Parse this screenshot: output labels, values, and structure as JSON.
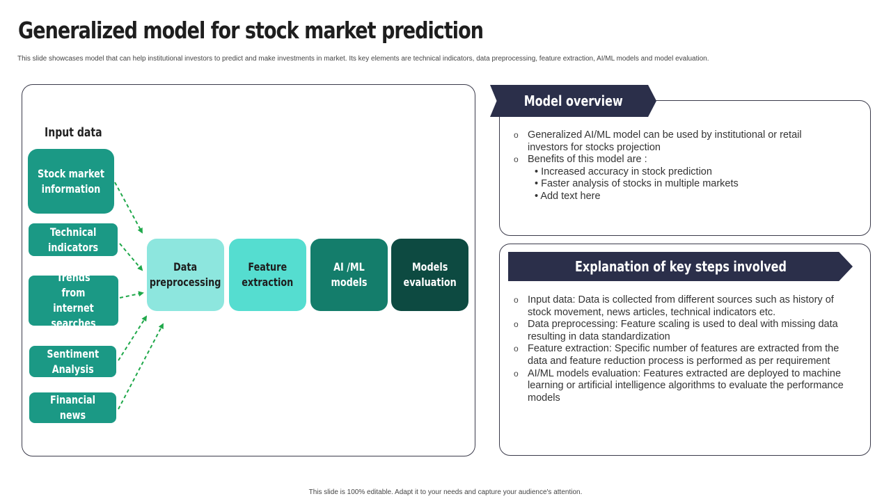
{
  "title": "Generalized model for stock market prediction",
  "subtitle": "This slide showcases model that can help institutional investors to predict and make investments in market. Its key elements are technical indicators, data preprocessing, feature extraction, AI/ML models and model evaluation.",
  "diagram": {
    "input_heading": "Input data",
    "sources": [
      "Stock market\ninformation",
      "Technical\nindicators",
      "Trends\nfrom\ninternet searches",
      "Sentiment\nAnalysis",
      "Financial news"
    ],
    "steps": [
      "Data\npreprocessing",
      "Feature\nextraction",
      "AI /ML\nmodels",
      "Models\nevaluation"
    ],
    "colors": {
      "source": "#1b9985",
      "step1": "#8de6de",
      "step2": "#55ddd0",
      "step3": "#147d6b",
      "step4": "#0d4a41",
      "arrow": "#1fa84a",
      "banner": "#2b2f4a"
    }
  },
  "overview": {
    "heading": "Model overview",
    "bullets": [
      "Generalized AI/ML  model can be used by institutional or retail investors for stocks projection",
      "Benefits of this model are :"
    ],
    "benefits": [
      "Increased accuracy in stock prediction",
      "Faster analysis of stocks in multiple markets",
      "Add text here"
    ]
  },
  "explanation": {
    "heading": "Explanation of key steps involved",
    "bullets": [
      "Input data:  Data is collected from different sources such as history of stock movement, news articles, technical indicators etc.",
      "Data preprocessing: Feature scaling is used to deal with missing data resulting in data standardization",
      "Feature extraction:  Specific number of features are extracted from the data and feature reduction process is performed as per requirement",
      "AI/ML  models evaluation:  Features extracted are deployed to machine learning or artificial intelligence  algorithms to evaluate the performance models"
    ]
  },
  "footer": "This slide is 100% editable. Adapt it to your needs and capture your audience's attention."
}
